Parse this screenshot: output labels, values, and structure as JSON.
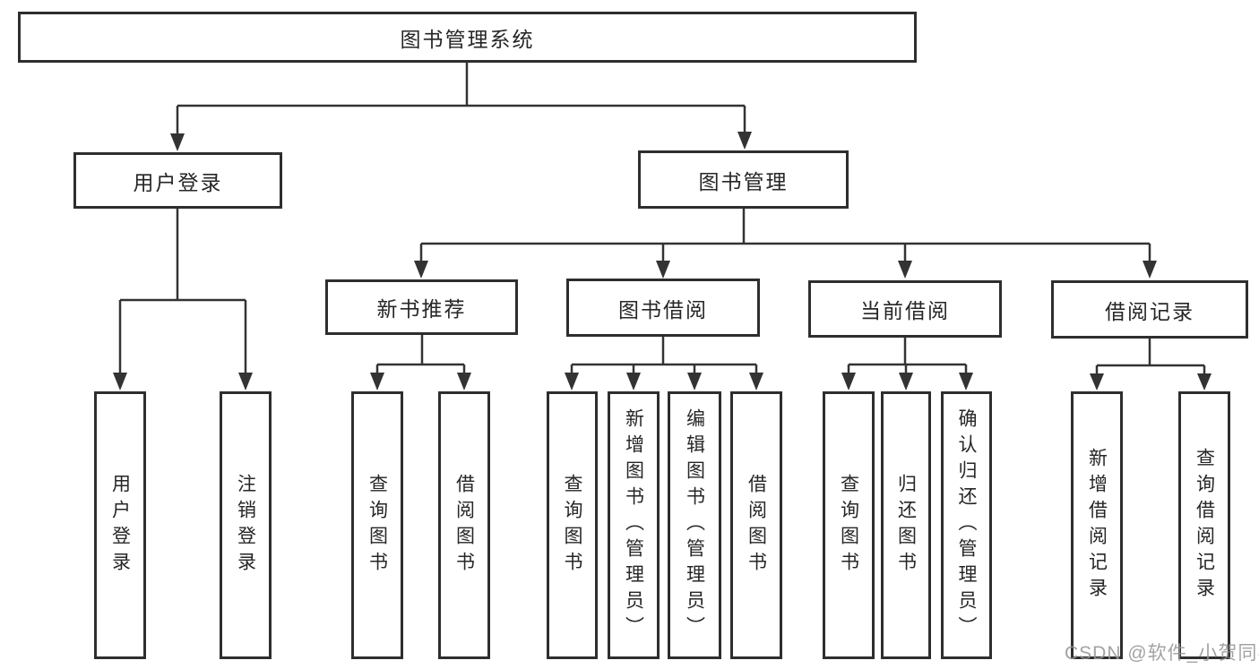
{
  "diagram": {
    "type": "hierarchy-chart",
    "tree": {
      "root": {
        "label": "图书管理系统",
        "children": [
          {
            "label": "用户登录",
            "children": [
              {
                "label": "用户登录"
              },
              {
                "label": "注销登录"
              }
            ]
          },
          {
            "label": "图书管理",
            "children": [
              {
                "label": "新书推荐",
                "children": [
                  {
                    "label": "查询图书"
                  },
                  {
                    "label": "借阅图书"
                  }
                ]
              },
              {
                "label": "图书借阅",
                "children": [
                  {
                    "label": "查询图书"
                  },
                  {
                    "label": "新增图书（管理员）"
                  },
                  {
                    "label": "编辑图书（管理员）"
                  },
                  {
                    "label": "借阅图书"
                  }
                ]
              },
              {
                "label": "当前借阅",
                "children": [
                  {
                    "label": "查询图书"
                  },
                  {
                    "label": "归还图书"
                  },
                  {
                    "label": "确认归还（管理员）"
                  }
                ]
              },
              {
                "label": "借阅记录",
                "children": [
                  {
                    "label": "新增借阅记录"
                  },
                  {
                    "label": "查询借阅记录"
                  }
                ]
              }
            ]
          }
        ]
      }
    },
    "colors": {
      "box_border": "#2e2e2e",
      "connector_line": "#333333",
      "text": "#262626",
      "background": "#ffffff",
      "watermark_text": "#969696"
    }
  },
  "watermark": {
    "text": "CSDN @软件_小贺同学"
  }
}
